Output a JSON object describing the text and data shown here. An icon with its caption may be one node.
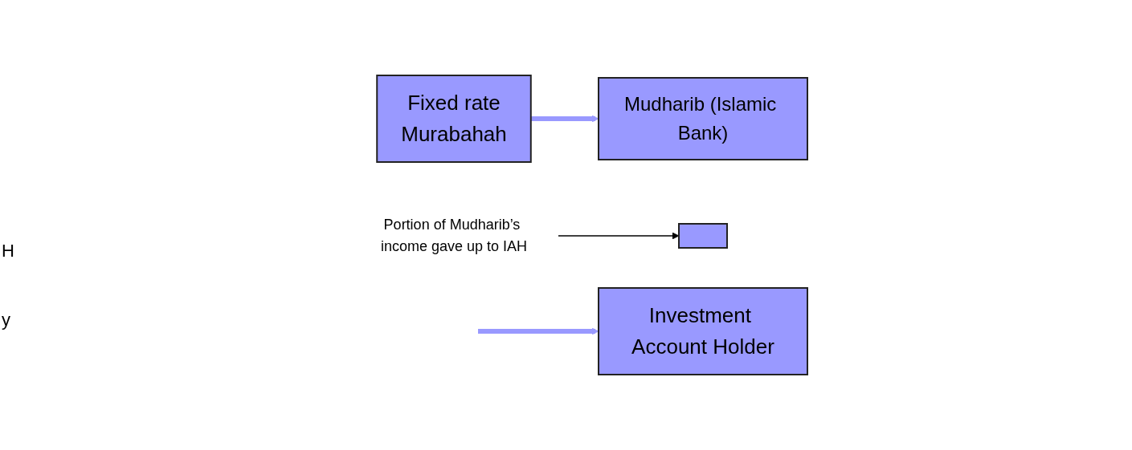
{
  "diagram": {
    "nodes": [
      {
        "text": [
          "Fixed rate",
          "Murabahah"
        ]
      },
      {
        "text": [
          "Mudharib (Islamic Bank)"
        ]
      },
      {
        "text": [],
        "shape": "box"
      },
      {
        "text": [
          "Investment Account Holder"
        ]
      },
      {
        "text": [
          "Portion of Mudharib’s income gave up to IAH"
        ]
      }
    ],
    "edges": [
      {
        "from": 0,
        "to": 1,
        "arrow": "to"
      },
      {
        "from": null,
        "to": 3,
        "arrow": "to"
      },
      {
        "from": 4,
        "to": 2,
        "arrow": "to",
        "color": "#000000"
      }
    ],
    "labels": [
      "H",
      "y"
    ]
  }
}
